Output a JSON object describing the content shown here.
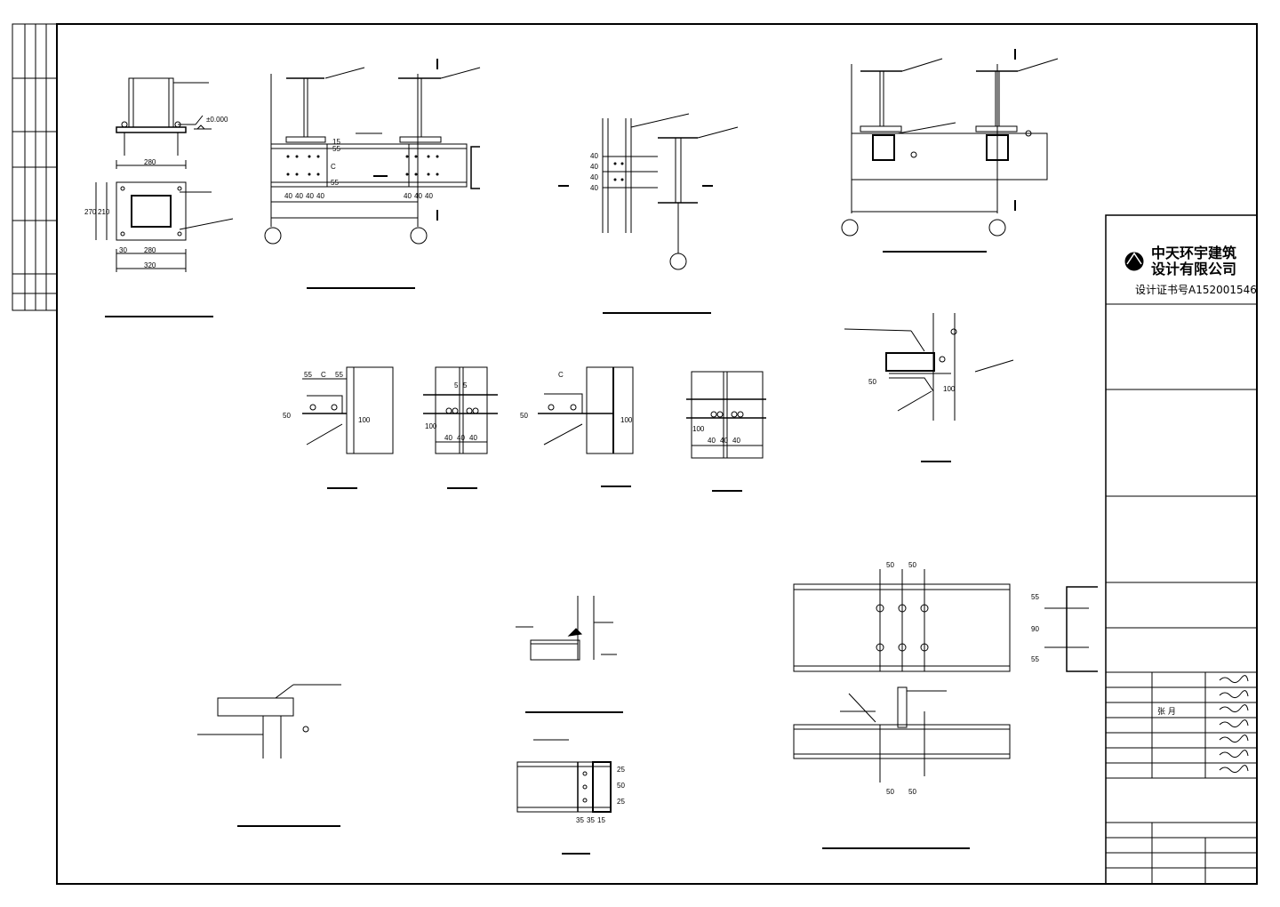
{
  "title_block": {
    "company_line1": "中天环宇建筑",
    "company_line2": "设计有限公司",
    "certificate": "设计证书号A152001546",
    "approver_name": "张  月"
  },
  "elevation": "±0.000",
  "base_plate": {
    "dim_top": "280",
    "dim_mid": "280",
    "dim_bottom": "320",
    "dim_h_outer": "270",
    "dim_h_inner": "210",
    "dim_edge": "30"
  },
  "purlin_detail": {
    "spacing": [
      "40",
      "40",
      "40",
      "40"
    ],
    "dim_a": "55",
    "dim_b": "15",
    "dim_c": "C",
    "dim_d": "55"
  },
  "brace_detail": {
    "vertical_dims": [
      "40",
      "40",
      "40",
      "40"
    ]
  },
  "small_details": {
    "d1_top": [
      "55",
      "C",
      "55"
    ],
    "d1_side": "50",
    "d1_h": "100",
    "d2_top": [
      "5",
      "5"
    ],
    "d2_bottom": [
      "40",
      "40",
      "40"
    ],
    "d2_side": "100",
    "d3_top": "C",
    "d3_side": "50",
    "d3_h": "100",
    "d4_bottom": [
      "40",
      "40",
      "40"
    ],
    "d4_side": "100"
  },
  "corner_detail": {
    "d1": "50",
    "d2": "100"
  },
  "bolt_detail": {
    "top": [
      "50",
      "50"
    ],
    "right": [
      "55",
      "90",
      "55"
    ],
    "bottom": [
      "50",
      "50"
    ]
  },
  "end_detail": {
    "right": [
      "25",
      "50",
      "25"
    ],
    "bottom": [
      "35",
      "35",
      "15"
    ]
  }
}
